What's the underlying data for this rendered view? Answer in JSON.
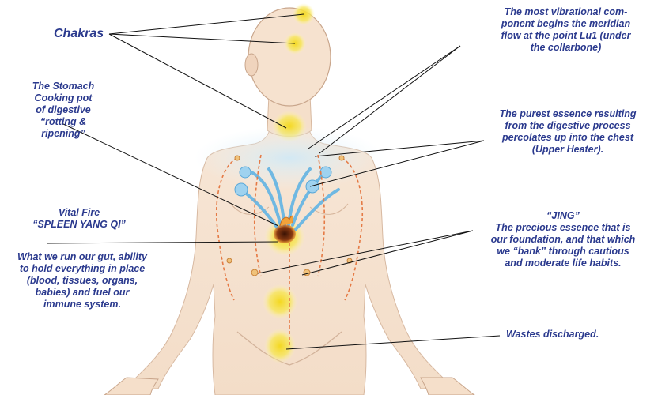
{
  "colors": {
    "text": "#2b3a8e",
    "skin": "#f6e2cf",
    "chakra": "#f7e03a",
    "energy_blue": "#7cc3e8",
    "meridian_red": "#e57a45",
    "spleen_fire": "#6b2a10"
  },
  "labels": {
    "chakras": "Chakras",
    "stomach": "The Stomach\nCooking pot\nof digestive\n“rotting &\nripening”",
    "vital_fire": "Vital Fire\n“SPLEEN YANG QI”",
    "spleen_function": "What we run our gut, ability\nto hold everything in place\n(blood, tissues, organs,\nbabies) and fuel our\nimmune system.",
    "meridian": "The most vibrational com-\nponent begins the meridian\nflow at the point Lu1 (under\nthe collarbone)",
    "purest_essence": "The purest essence resulting\nfrom the digestive process\npercolates up into the chest\n(Upper Heater).",
    "jing": "“JING”\nThe precious essence that is\nour foundation, and that which\nwe “bank” through cautious\nand moderate life habits.",
    "wastes": "Wastes discharged."
  }
}
